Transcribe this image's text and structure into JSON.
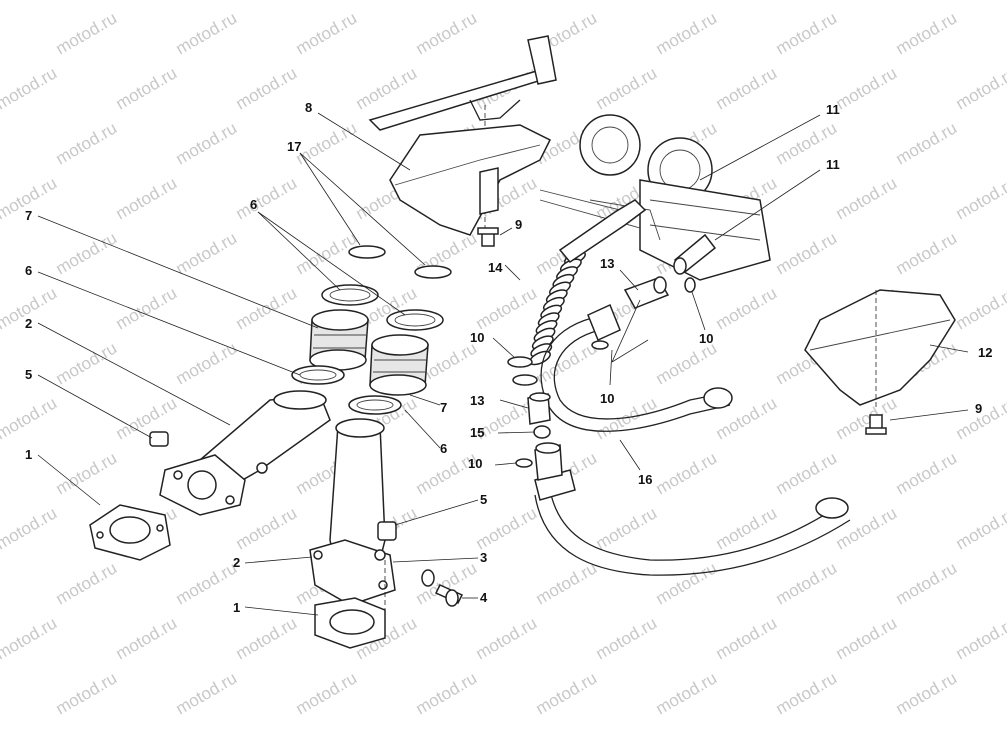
{
  "watermark": {
    "text": "motod.ru"
  },
  "callouts": [
    {
      "id": "c1a",
      "label": "1"
    },
    {
      "id": "c1b",
      "label": "1"
    },
    {
      "id": "c2a",
      "label": "2"
    },
    {
      "id": "c2b",
      "label": "2"
    },
    {
      "id": "c3",
      "label": "3"
    },
    {
      "id": "c4",
      "label": "4"
    },
    {
      "id": "c5a",
      "label": "5"
    },
    {
      "id": "c5b",
      "label": "5"
    },
    {
      "id": "c6a",
      "label": "6"
    },
    {
      "id": "c6b",
      "label": "6"
    },
    {
      "id": "c6c",
      "label": "6"
    },
    {
      "id": "c7a",
      "label": "7"
    },
    {
      "id": "c7b",
      "label": "7"
    },
    {
      "id": "c8",
      "label": "8"
    },
    {
      "id": "c9a",
      "label": "9"
    },
    {
      "id": "c9b",
      "label": "9"
    },
    {
      "id": "c10a",
      "label": "10"
    },
    {
      "id": "c10b",
      "label": "10"
    },
    {
      "id": "c10c",
      "label": "10"
    },
    {
      "id": "c10d",
      "label": "10"
    },
    {
      "id": "c11a",
      "label": "11"
    },
    {
      "id": "c11b",
      "label": "11"
    },
    {
      "id": "c12",
      "label": "12"
    },
    {
      "id": "c13a",
      "label": "13"
    },
    {
      "id": "c13b",
      "label": "13"
    },
    {
      "id": "c14",
      "label": "14"
    },
    {
      "id": "c15",
      "label": "15"
    },
    {
      "id": "c16",
      "label": "16"
    },
    {
      "id": "c17",
      "label": "17"
    }
  ]
}
